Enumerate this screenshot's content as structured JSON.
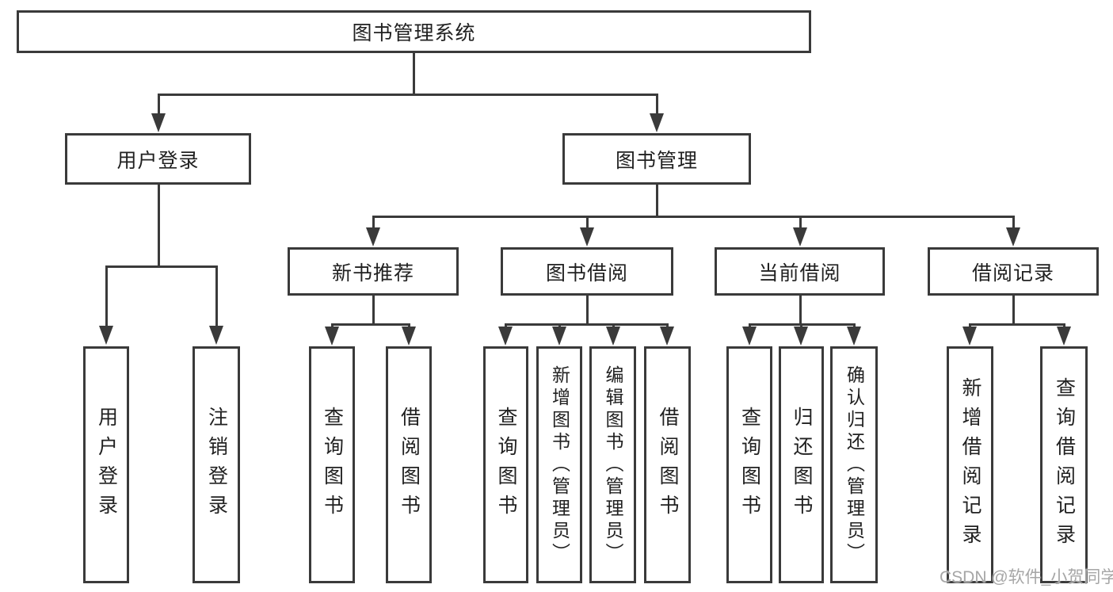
{
  "tree": {
    "root": {
      "label": "图书管理系统",
      "children": [
        {
          "label": "用户登录",
          "children": [
            {
              "label": "用户登录"
            },
            {
              "label": "注销登录"
            }
          ]
        },
        {
          "label": "图书管理",
          "children": [
            {
              "label": "新书推荐",
              "children": [
                {
                  "label": "查询图书"
                },
                {
                  "label": "借阅图书"
                }
              ]
            },
            {
              "label": "图书借阅",
              "children": [
                {
                  "label": "查询图书"
                },
                {
                  "label": "新增图书（管理员）"
                },
                {
                  "label": "编辑图书（管理员）"
                },
                {
                  "label": "借阅图书"
                }
              ]
            },
            {
              "label": "当前借阅",
              "children": [
                {
                  "label": "查询图书"
                },
                {
                  "label": "归还图书"
                },
                {
                  "label": "确认归还（管理员）"
                }
              ]
            },
            {
              "label": "借阅记录",
              "children": [
                {
                  "label": "新增借阅记录"
                },
                {
                  "label": "查询借阅记录"
                }
              ]
            }
          ]
        }
      ]
    }
  },
  "watermark": {
    "text": "CSDN @软件_小贺同学"
  },
  "colors": {
    "line": "#3a3a3a",
    "text": "#212121",
    "background": "#ffffff",
    "watermark": "#a6a6a6"
  }
}
